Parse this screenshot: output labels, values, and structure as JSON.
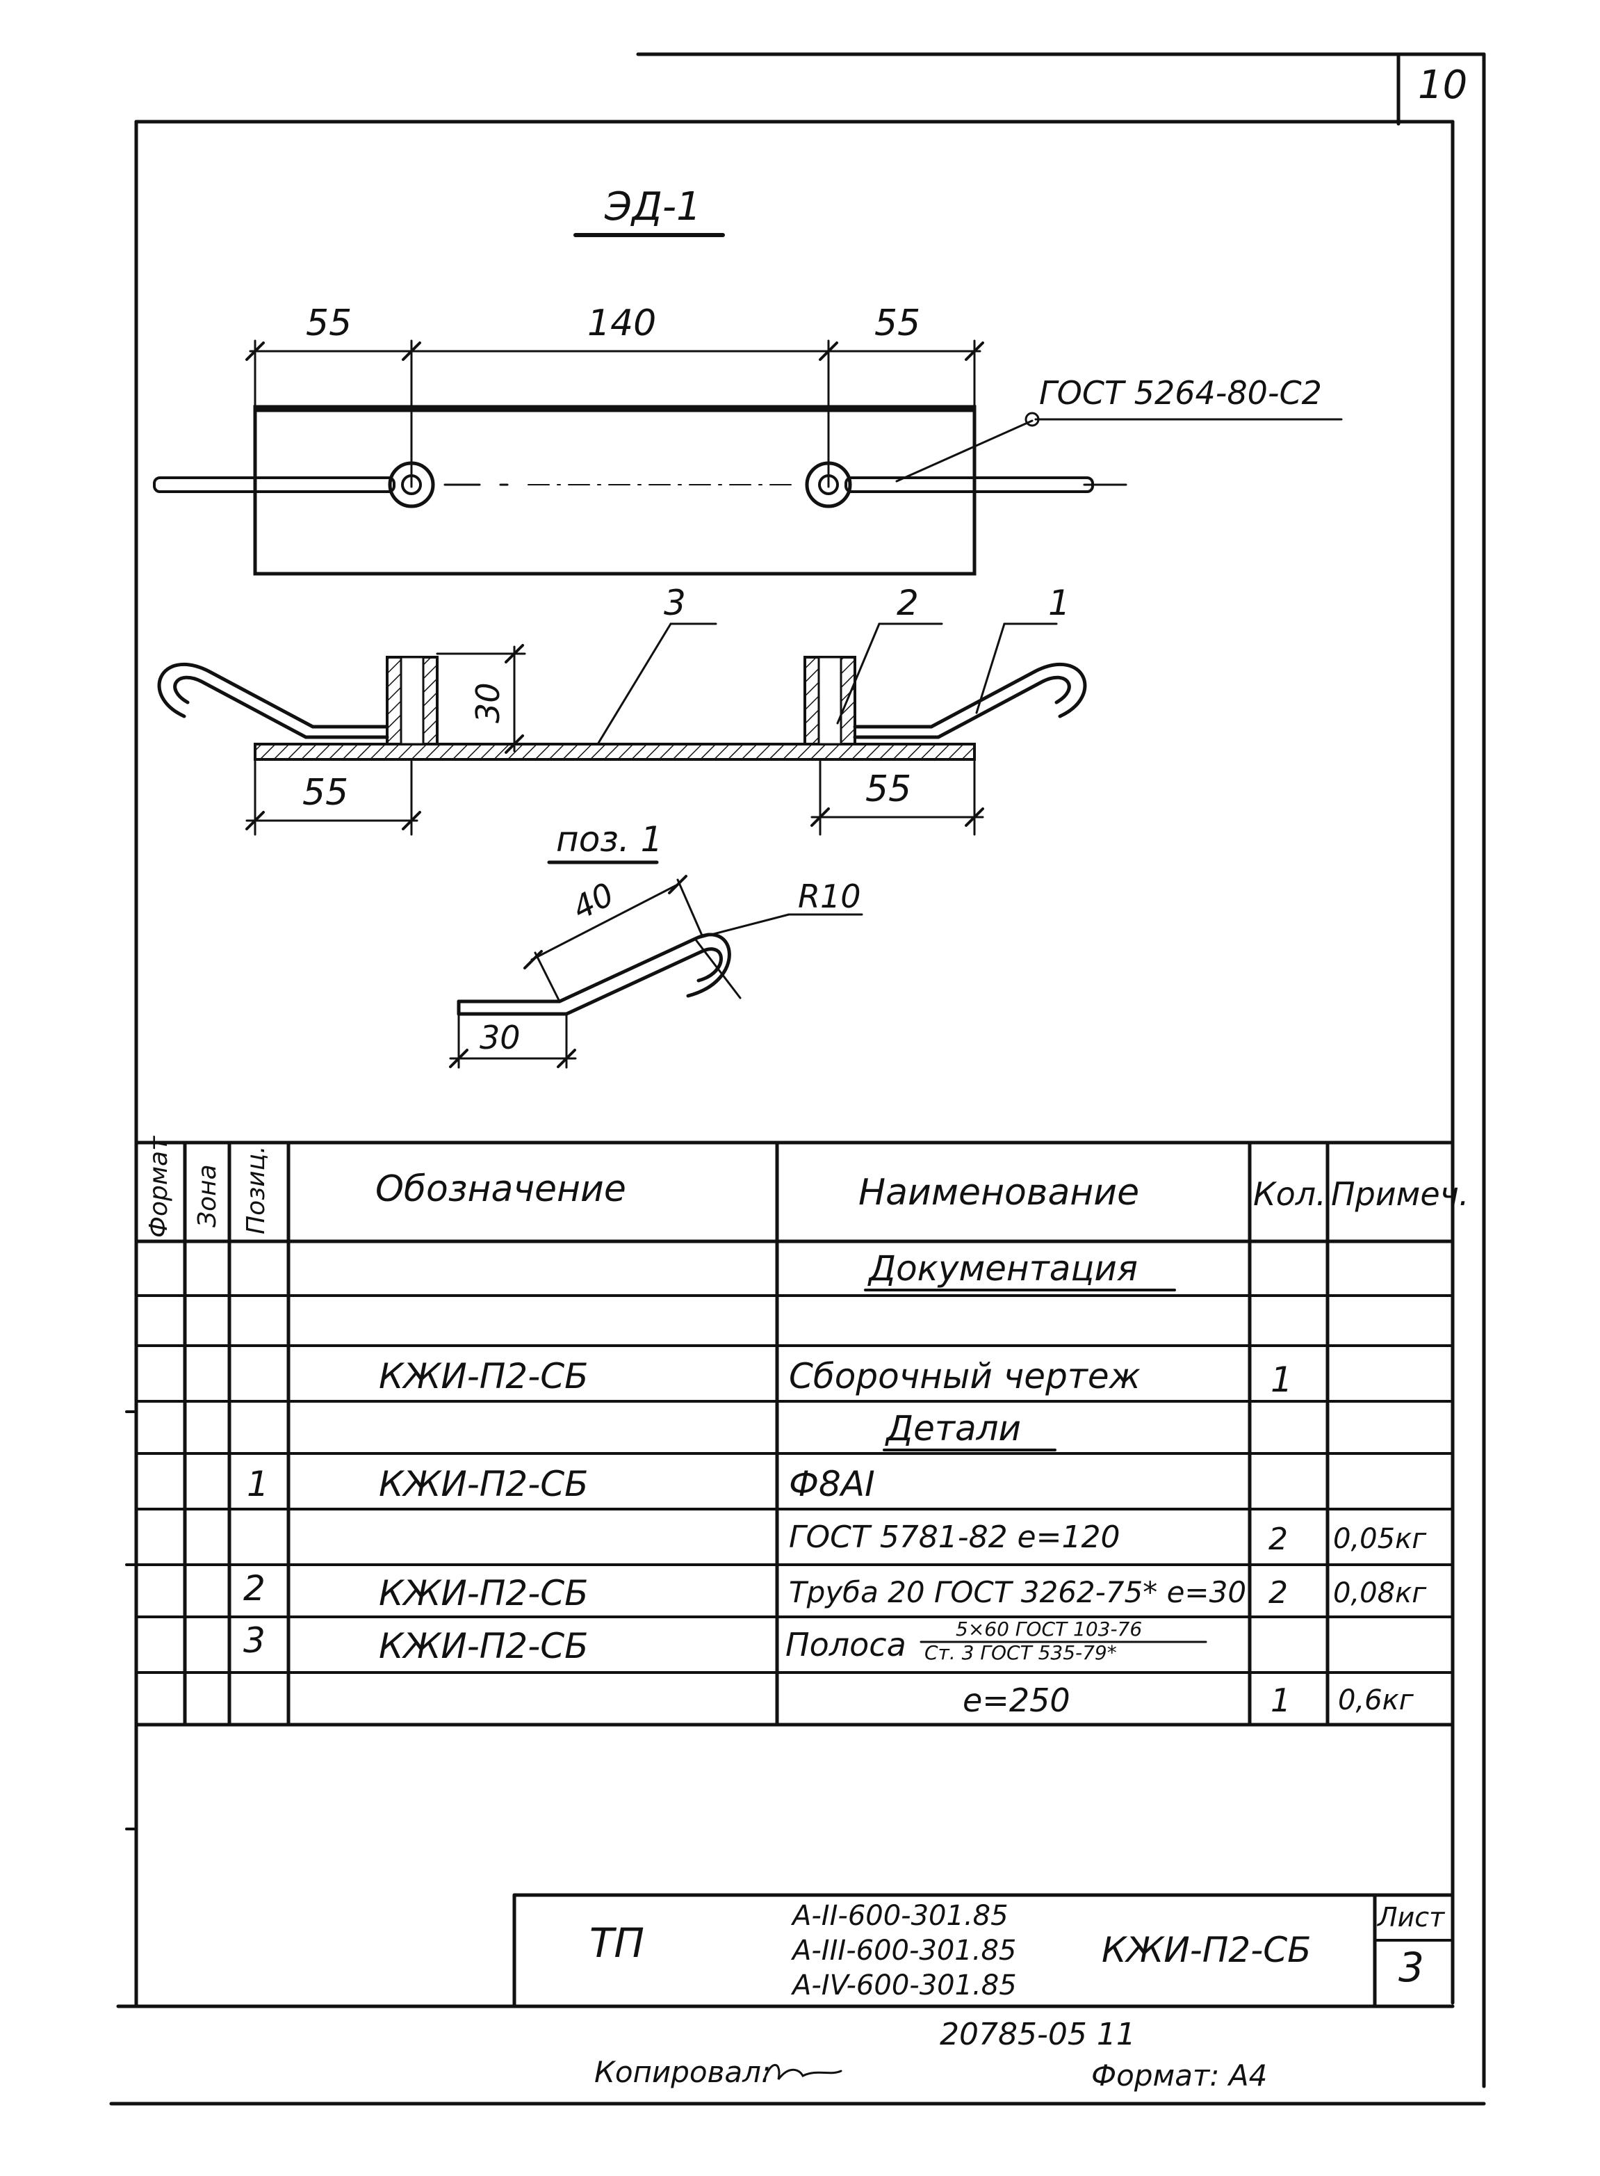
{
  "sheet": {
    "page_no": "10",
    "title": "ЭД-1",
    "gost_weld": "ГОСТ 5264-80-С2",
    "pos_label": "поз. 1",
    "radius": "R10"
  },
  "dims": {
    "top_left": "55",
    "top_mid": "140",
    "top_right": "55",
    "height": "30",
    "bottom_left": "55",
    "bottom_right": "55",
    "pos_len": "40",
    "pos_short": "30"
  },
  "callouts": {
    "c1": "1",
    "c2": "2",
    "c3": "3"
  },
  "table": {
    "headers": {
      "format": "Формат",
      "zone": "Зона",
      "pos": "Позиц.",
      "designation": "Обозначение",
      "name": "Наименование",
      "qty": "Кол.",
      "note": "Примеч."
    },
    "rows": [
      {
        "pos": "",
        "designation": "",
        "name": "Документация",
        "qty": "",
        "note": ""
      },
      {
        "pos": "",
        "designation": "",
        "name": "",
        "qty": "",
        "note": ""
      },
      {
        "pos": "",
        "designation": "КЖИ-П2-СБ",
        "name": "Сборочный чертеж",
        "qty": "1",
        "note": ""
      },
      {
        "pos": "",
        "designation": "",
        "name": "Детали",
        "qty": "",
        "note": ""
      },
      {
        "pos": "1",
        "designation": "КЖИ-П2-СБ",
        "name": "Ф8АI",
        "qty": "",
        "note": ""
      },
      {
        "pos": "",
        "designation": "",
        "name": "ГОСТ 5781-82   е=120",
        "qty": "2",
        "note": "0,05кг"
      },
      {
        "pos": "2",
        "designation": "КЖИ-П2-СБ",
        "name": "Труба 20 ГОСТ 3262-75* е=30",
        "qty": "2",
        "note": "0,08кг"
      },
      {
        "pos": "3",
        "designation": "КЖИ-П2-СБ",
        "name": "Полоса",
        "qty": "",
        "note": ""
      },
      {
        "pos": "",
        "designation": "",
        "name": "е=250",
        "qty": "1",
        "note": "0,6кг"
      }
    ],
    "strip_top": "5×60 ГОСТ 103-76",
    "strip_bottom": "Ст. 3 ГОСТ 535-79*"
  },
  "titleblock": {
    "tp": "ТП",
    "series1": "А-II-600-301.85",
    "series2": "А-III-600-301.85",
    "series3": "А-IV-600-301.85",
    "code": "КЖИ-П2-СБ",
    "sheet_label": "Лист",
    "sheet_num": "3"
  },
  "footer": {
    "number": "20785-05   11",
    "copied": "Копировал:",
    "format": "Формат: А4"
  }
}
